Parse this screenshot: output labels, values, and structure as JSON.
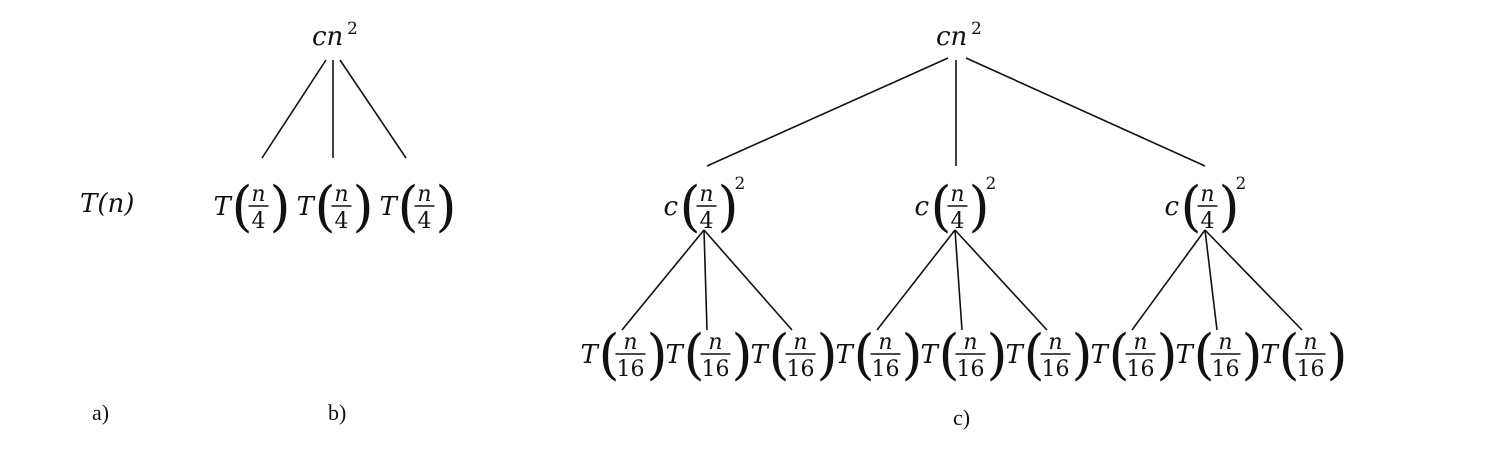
{
  "panels": {
    "a": {
      "label": "a)",
      "node": {
        "func": "T",
        "arg": "(n)"
      }
    },
    "b": {
      "label": "b)",
      "root": {
        "coef": "cn",
        "exp": "2"
      },
      "children": [
        {
          "func": "T",
          "num": "n",
          "den": "4"
        },
        {
          "func": "T",
          "num": "n",
          "den": "4"
        },
        {
          "func": "T",
          "num": "n",
          "den": "4"
        }
      ]
    },
    "c": {
      "label": "c)",
      "root": {
        "coef": "cn",
        "exp": "2"
      },
      "level1": [
        {
          "coef": "c",
          "num": "n",
          "den": "4",
          "exp": "2"
        },
        {
          "coef": "c",
          "num": "n",
          "den": "4",
          "exp": "2"
        },
        {
          "coef": "c",
          "num": "n",
          "den": "4",
          "exp": "2"
        }
      ],
      "level2": [
        {
          "func": "T",
          "num": "n",
          "den": "16"
        },
        {
          "func": "T",
          "num": "n",
          "den": "16"
        },
        {
          "func": "T",
          "num": "n",
          "den": "16"
        },
        {
          "func": "T",
          "num": "n",
          "den": "16"
        },
        {
          "func": "T",
          "num": "n",
          "den": "16"
        },
        {
          "func": "T",
          "num": "n",
          "den": "16"
        },
        {
          "func": "T",
          "num": "n",
          "den": "16"
        },
        {
          "func": "T",
          "num": "n",
          "den": "16"
        },
        {
          "func": "T",
          "num": "n",
          "den": "16"
        }
      ]
    }
  }
}
